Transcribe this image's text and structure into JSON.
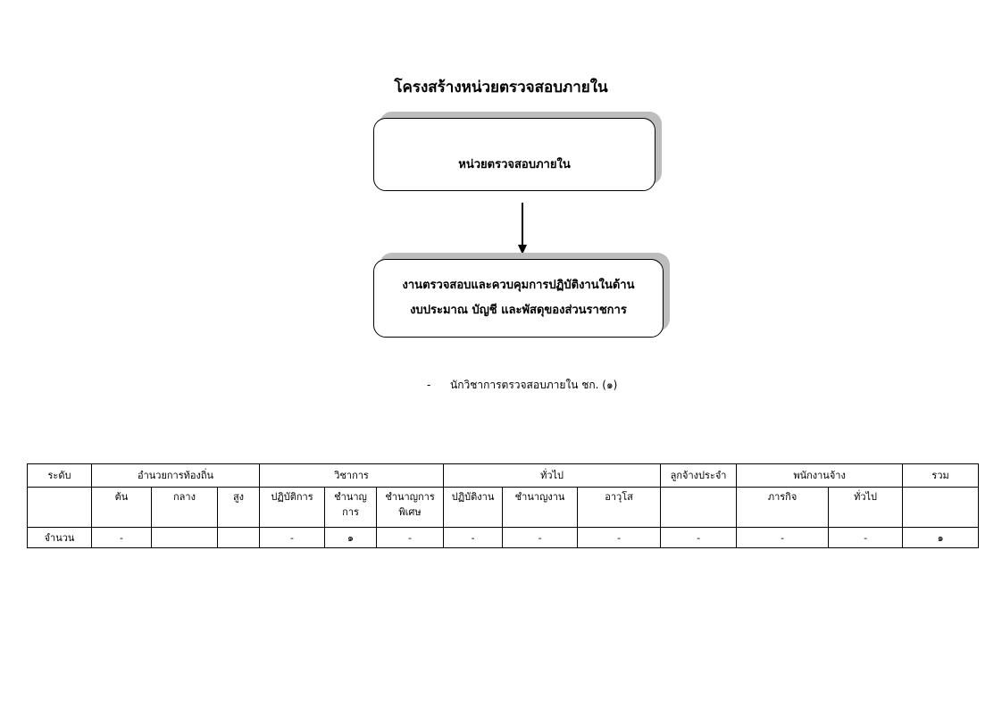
{
  "title": "โครงสร้างหน่วยตรวจสอบภายใน",
  "boxes": {
    "top": "หน่วยตรวจสอบภายใน",
    "bottom_line1": "งานตรวจสอบและควบคุมการปฏิบัติงานในด้าน",
    "bottom_line2": "งบประมาณ บัญชี และพัสดุของส่วนราชการ"
  },
  "note": {
    "bullet": "-",
    "text": "นักวิชาการตรวจสอบภายใน  ชก. (๑)"
  },
  "table": {
    "header1": {
      "level": "ระดับ",
      "local_admin": "อำนวยการท้องถิ่น",
      "academic": "วิชาการ",
      "general": "ทั่วไป",
      "permanent_employee": "ลูกจ้างประจำ",
      "contract_staff": "พนักงานจ้าง",
      "total": "รวม"
    },
    "header2": {
      "admin_low": "ต้น",
      "admin_mid": "กลาง",
      "admin_high": "สูง",
      "acad_practitioner": "ปฏิบัติการ",
      "acad_professional_l1": "ชำนาญ",
      "acad_professional_l2": "การ",
      "acad_senior_l1": "ชำนาญการ",
      "acad_senior_l2": "พิเศษ",
      "gen_operator": "ปฏิบัติงาน",
      "gen_skilled": "ชำนาญงาน",
      "gen_senior": "อาวุโส",
      "contract_mission": "ภารกิจ",
      "contract_general": "ทั่วไป"
    },
    "row": {
      "label": "จำนวน",
      "values": [
        "-",
        "",
        "",
        "-",
        "๑",
        "-",
        "-",
        "-",
        "-",
        "-",
        "-",
        "-",
        "๑"
      ]
    }
  }
}
